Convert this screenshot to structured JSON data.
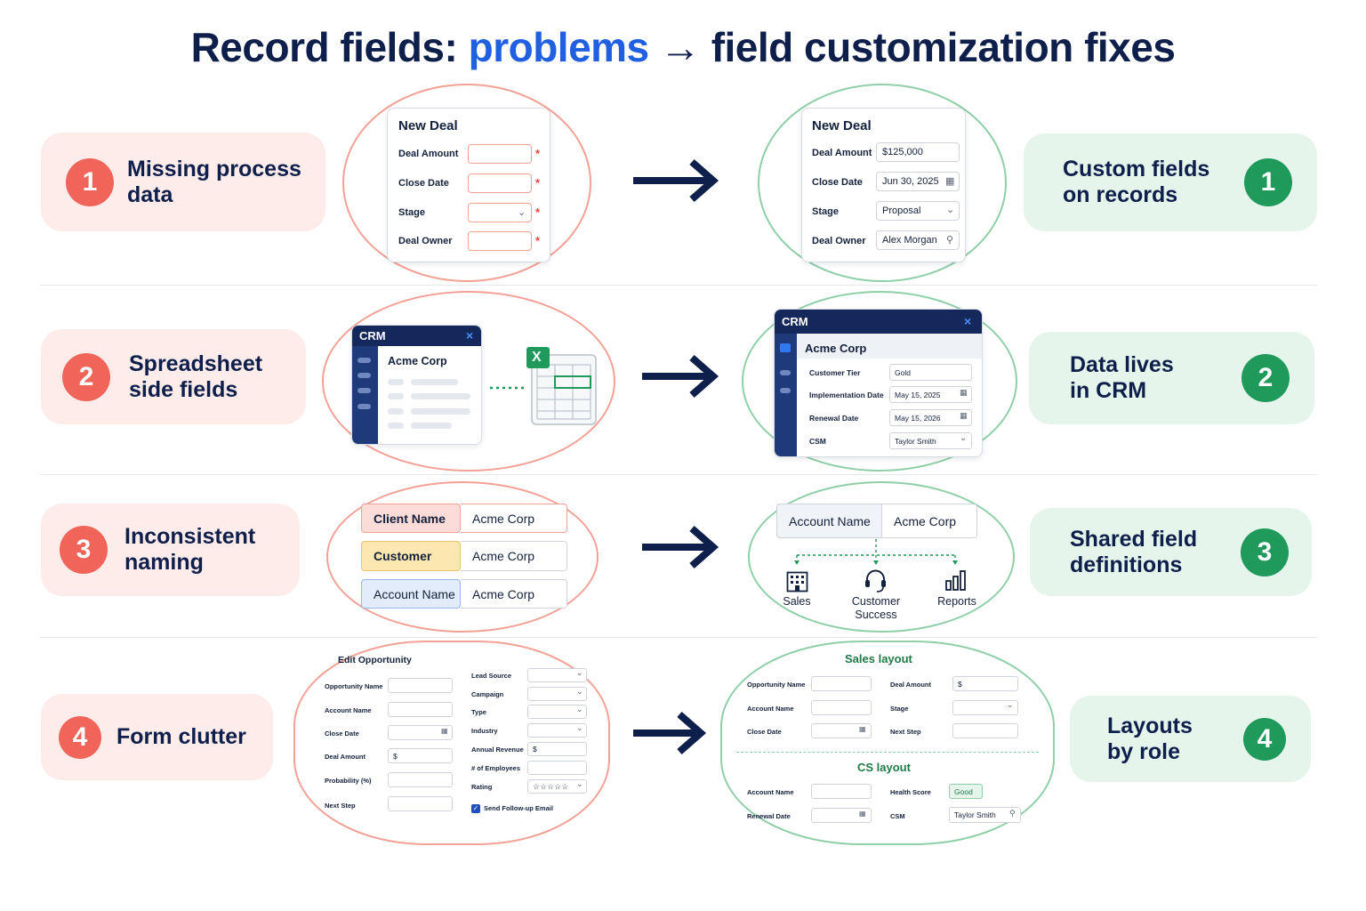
{
  "title": {
    "part1": "Record fields: ",
    "accent": "problems",
    "part2": " → field customization fixes"
  },
  "colors": {
    "problem_bg": "#fdecea",
    "problem_accent": "#f0645a",
    "fix_bg": "#e6f5ec",
    "fix_accent": "#1f9a5b",
    "title_dark": "#0f1f4b",
    "title_accent": "#1f5fe0"
  },
  "rows": [
    {
      "num": "1",
      "problem": "Missing process data",
      "fix": "Custom fields\non records"
    },
    {
      "num": "2",
      "problem": "Spreadsheet\nside fields",
      "fix": "Data lives\nin CRM"
    },
    {
      "num": "3",
      "problem": "Inconsistent\nnaming",
      "fix": "Shared field\ndefinitions"
    },
    {
      "num": "4",
      "problem": "Form clutter",
      "fix": "Layouts\nby role"
    }
  ],
  "row1": {
    "before": {
      "title": "New Deal",
      "labels": [
        "Deal Amount",
        "Close Date",
        "Stage",
        "Deal Owner"
      ],
      "required_mark": "*"
    },
    "after": {
      "title": "New Deal",
      "labels": [
        "Deal Amount",
        "Close Date",
        "Stage",
        "Deal Owner"
      ],
      "values": [
        "$125,000",
        "Jun 30, 2025",
        "Proposal",
        "Alex Morgan"
      ]
    }
  },
  "row2": {
    "before": {
      "app": "CRM",
      "close": "×",
      "record": "Acme Corp",
      "sheet_icon": "X"
    },
    "after": {
      "app": "CRM",
      "close": "×",
      "record": "Acme Corp",
      "labels": [
        "Customer Tier",
        "Implementation Date",
        "Renewal Date",
        "CSM"
      ],
      "values": [
        "Gold",
        "May 15, 2025",
        "May 15, 2026",
        "Taylor Smith"
      ]
    }
  },
  "row3": {
    "before": [
      {
        "label": "Client Name",
        "value": "Acme Corp"
      },
      {
        "label": "Customer",
        "value": "Acme Corp"
      },
      {
        "label": "Account Name",
        "value": "Acme Corp"
      }
    ],
    "after": {
      "label": "Account Name",
      "value": "Acme Corp",
      "teams": [
        "Sales",
        "Customer\nSuccess",
        "Reports"
      ]
    }
  },
  "row4": {
    "before": {
      "title": "Edit Opportunity",
      "left_labels": [
        "Opportunity Name",
        "Account Name",
        "Close Date",
        "Deal Amount",
        "Probability (%)",
        "Next Step"
      ],
      "right_labels": [
        "Lead Source",
        "Campaign",
        "Type",
        "Industry",
        "Annual Revenue",
        "# of Employees",
        "Rating"
      ],
      "currency": "$",
      "rating": "☆☆☆☆☆",
      "checkbox_label": "Send Follow-up Email"
    },
    "after": {
      "sales_title": "Sales layout",
      "sales_left": [
        "Opportunity Name",
        "Account Name",
        "Close Date"
      ],
      "sales_right": [
        "Deal Amount",
        "Stage",
        "Next Step"
      ],
      "currency": "$",
      "cs_title": "CS layout",
      "cs_left": [
        "Account Name",
        "Renewal Date"
      ],
      "cs_right": [
        "Health Score",
        "CSM"
      ],
      "cs_values": [
        "Good",
        "Taylor Smith"
      ]
    }
  }
}
